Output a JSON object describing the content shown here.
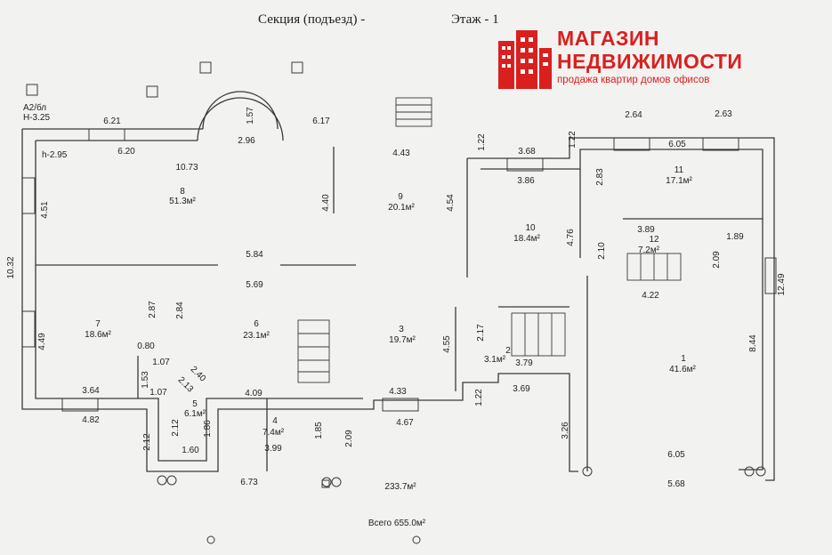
{
  "header": {
    "section": "Секция (подъезд) -",
    "floor": "Этаж  - 1"
  },
  "logo": {
    "line1": "МАГАЗИН",
    "line2": "НЕДВИЖИМОСТИ",
    "tagline": "продажа квартир домов офисов",
    "color": "#d9201f"
  },
  "notes": {
    "code": "А2/бл",
    "h1": "Н-3.25",
    "h2": "h-2.95",
    "total_area": "233.7м²",
    "grand_total": "Всего  655.0м²"
  },
  "rooms": [
    {
      "num": "8",
      "area": "51.3м²"
    },
    {
      "num": "9",
      "area": "20.1м²"
    },
    {
      "num": "10",
      "area": "18.4м²"
    },
    {
      "num": "11",
      "area": "17.1м²"
    },
    {
      "num": "12",
      "area": "7.2м²"
    },
    {
      "num": "7",
      "area": "18.6м²"
    },
    {
      "num": "6",
      "area": "23.1м²"
    },
    {
      "num": "3",
      "area": "19.7м²"
    },
    {
      "num": "2",
      "area": "3.1м²"
    },
    {
      "num": "1",
      "area": "41.6м²"
    },
    {
      "num": "5",
      "area": "6.1м²"
    },
    {
      "num": "4",
      "area": "7.4м²"
    }
  ],
  "dims": {
    "d621": "6.21",
    "d157": "1.57",
    "d617": "6.17",
    "d620": "6.20",
    "d296": "2.96",
    "d1073": "10.73",
    "d443": "4.43",
    "d451": "4.51",
    "d440": "4.40",
    "d454": "4.54",
    "d1032": "10.32",
    "d584": "5.84",
    "d569": "5.69",
    "d287": "2.87",
    "d284": "2.84",
    "d449": "4.49",
    "d080": "0.80",
    "d107a": "1.07",
    "d153": "1.53",
    "d240": "2.40",
    "d213": "2.13",
    "d107b": "1.07",
    "d364": "3.64",
    "d482": "4.82",
    "d409": "4.09",
    "d212a": "2.12",
    "d212b": "2.12",
    "d186": "1.86",
    "d160": "1.60",
    "d399": "3.99",
    "d185": "1.85",
    "d209a": "2.09",
    "d433": "4.33",
    "d467": "4.67",
    "d455": "4.55",
    "d673": "6.73",
    "d122a": "1.22",
    "d368": "3.68",
    "d122b": "1.22",
    "d386": "3.86",
    "d476": "4.76",
    "d264": "2.64",
    "d263": "2.63",
    "d605a": "6.05",
    "d283": "2.83",
    "d210": "2.10",
    "d389": "3.89",
    "d189": "1.89",
    "d209b": "2.09",
    "d422": "4.22",
    "d1249": "12.49",
    "d217": "2.17",
    "d379": "3.79",
    "d369": "3.69",
    "d122c": "1.22",
    "d844": "8.44",
    "d326": "3.26",
    "d605b": "6.05",
    "d568": "5.68"
  }
}
